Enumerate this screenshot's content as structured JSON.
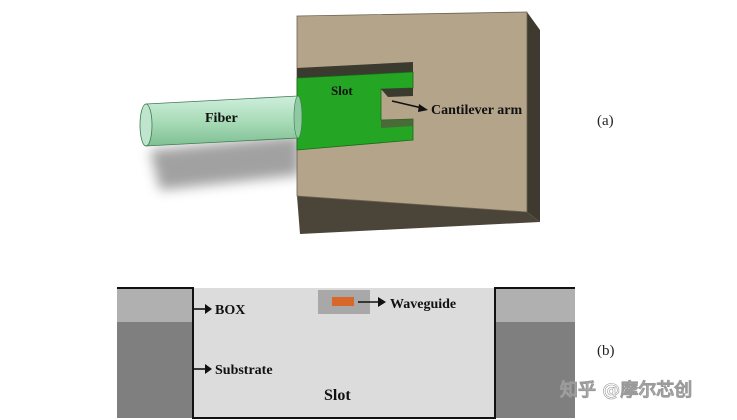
{
  "figure": {
    "panel_a_label": "(a)",
    "panel_b_label": "(b)",
    "panel_a": {
      "fiber_label": "Fiber",
      "slot_label": "Slot",
      "cantilever_label": "Cantilever arm"
    },
    "panel_b": {
      "box_label": "BOX",
      "substrate_label": "Substrate",
      "waveguide_label": "Waveguide",
      "slot_label": "Slot"
    },
    "watermark": "知乎 @摩尔芯创"
  },
  "colors": {
    "block_top": "#b3a48a",
    "block_side": "#4a4538",
    "slot_green": "#24a524",
    "fiber": "#a9dcb8",
    "box_layer": "#b0b0b0",
    "substrate": "#7f7f7f",
    "slot_fill": "#dcdcdc",
    "waveguide": "#d8682a"
  }
}
